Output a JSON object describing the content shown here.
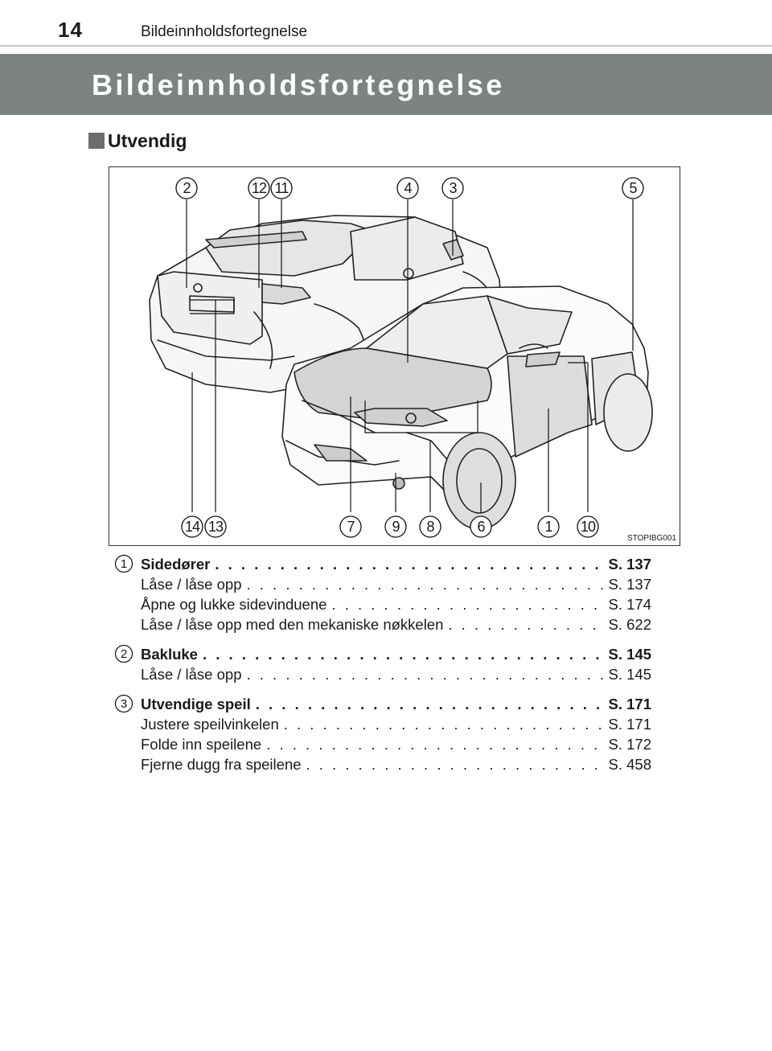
{
  "header": {
    "page_number": "14",
    "running_title": "Bildeinnholdsfortegnelse"
  },
  "title_band": {
    "title": "Bildeinnholdsfortegnelse"
  },
  "section": {
    "title": "Utvendig"
  },
  "figure": {
    "code": "STOPIBG001",
    "callouts": [
      "2",
      "12",
      "11",
      "4",
      "3",
      "5",
      "14",
      "13",
      "7",
      "9",
      "8",
      "6",
      "1",
      "10"
    ]
  },
  "entries": [
    {
      "number": "1",
      "title": "Sidedører",
      "page": "S. 137",
      "items": [
        {
          "label": "Låse / låse opp",
          "page": "S. 137"
        },
        {
          "label": "Åpne og lukke sidevinduene",
          "page": "S. 174"
        },
        {
          "label": "Låse / låse opp med den mekaniske nøkkelen",
          "page": "S. 622"
        }
      ]
    },
    {
      "number": "2",
      "title": "Bakluke",
      "page": "S. 145",
      "items": [
        {
          "label": "Låse / låse opp",
          "page": "S. 145"
        }
      ]
    },
    {
      "number": "3",
      "title": "Utvendige speil",
      "page": "S. 171",
      "items": [
        {
          "label": "Justere speilvinkelen",
          "page": "S. 171"
        },
        {
          "label": "Folde inn speilene",
          "page": "S. 172"
        },
        {
          "label": "Fjerne dugg fra speilene",
          "page": "S. 458"
        }
      ]
    }
  ]
}
